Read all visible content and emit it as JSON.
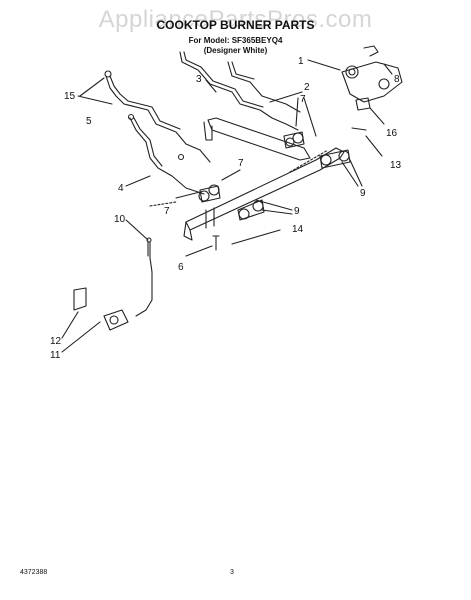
{
  "watermark": "AppliancePartsPros.com",
  "title": "COOKTOP BURNER PARTS",
  "model_line": "For Model: SF365BEYQ4",
  "variant_line": "(Designer White)",
  "doc_number": "4372388",
  "page_number": "3",
  "callouts": {
    "c1": "1",
    "c2": "2",
    "c3": "3",
    "c4": "4",
    "c5": "5",
    "c6": "6",
    "c7a": "7",
    "c7b": "7",
    "c7c": "7",
    "c8": "8",
    "c9a": "9",
    "c9b": "9",
    "c10": "10",
    "c11": "11",
    "c12": "12",
    "c13": "13",
    "c14": "14",
    "c15": "15",
    "c16": "16"
  }
}
